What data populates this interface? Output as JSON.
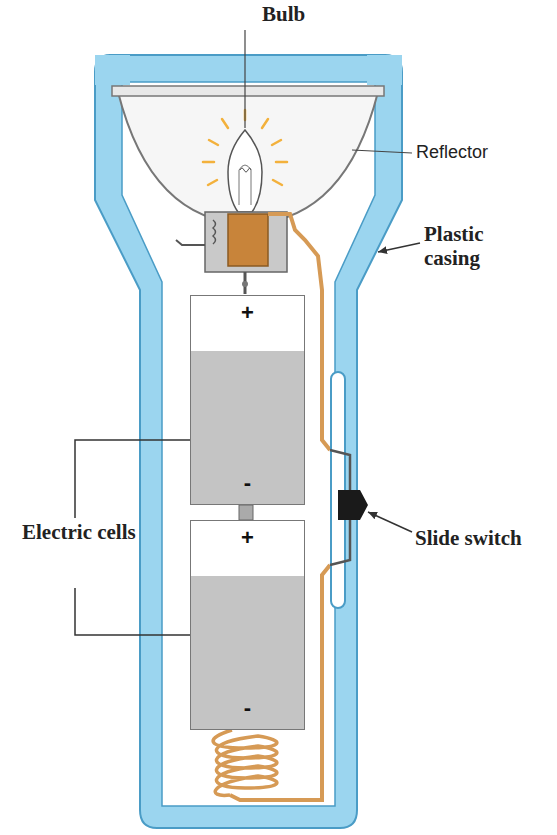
{
  "diagram": {
    "nodes": [
      {
        "text": [
          "+",
          "-"
        ]
      },
      {
        "text": [
          "+",
          "-"
        ]
      }
    ],
    "labels": [
      "Bulb",
      "Reflector",
      "Plastic casing",
      "Electric cells",
      "Slide switch"
    ]
  }
}
